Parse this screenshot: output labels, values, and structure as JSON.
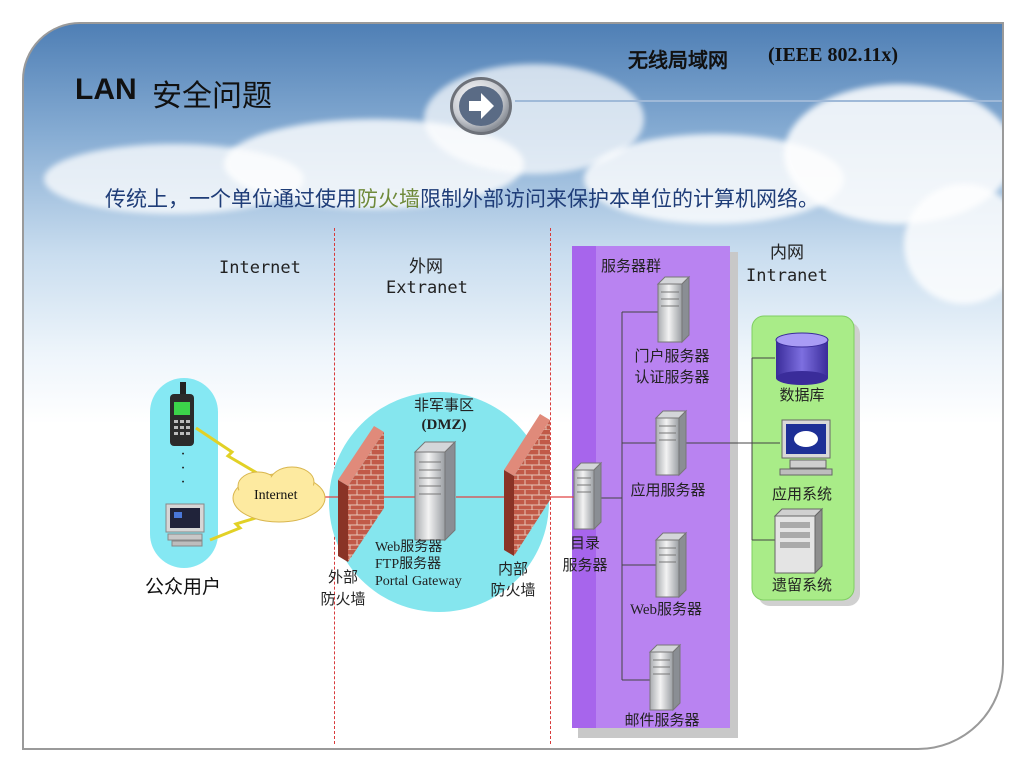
{
  "slide": {
    "title_en": "LAN",
    "title_cn": "安全问题",
    "subtitle_cn": "无线局域网",
    "subtitle_en": "(IEEE  802.11x)",
    "description_before": "传统上，一个单位通过使用",
    "description_highlight": "防火墙",
    "description_after": "限制外部访问来保护本单位的计算机网络。"
  },
  "zones": {
    "internet": "Internet",
    "extranet_cn": "外网",
    "extranet_en": "Extranet",
    "intranet_cn": "内网",
    "intranet_en": "Intranet"
  },
  "public": {
    "users_label": "公众用户",
    "cloud_label": "Internet",
    "dots": "·\n·\n·"
  },
  "dmz": {
    "label_cn": "非军事区",
    "label_en": "(DMZ)",
    "server_line1": "Web服务器",
    "server_line2": "FTP服务器",
    "server_line3": "Portal Gateway"
  },
  "firewalls": {
    "outer_line1": "外部",
    "outer_line2": "防火墙",
    "inner_line1": "内部",
    "inner_line2": "防火墙"
  },
  "server_farm": {
    "title": "服务器群",
    "directory_line1": "目录",
    "directory_line2": "服务器",
    "portal_line1": "门户服务器",
    "portal_line2": "认证服务器",
    "app_server": "应用服务器",
    "web_server": "Web服务器",
    "mail_server": "邮件服务器"
  },
  "intranet_box": {
    "database": "数据库",
    "app_system": "应用系统",
    "legacy_system": "遗留系统"
  },
  "colors": {
    "heading_blue": "#1f3d78",
    "highlight_green": "#6f8a3a",
    "server_farm_purple": "#b17ef0",
    "intranet_green": "#a6ea84",
    "dmz_cyan": "#7fe3ee",
    "firewall_red": "#b54a3c"
  }
}
